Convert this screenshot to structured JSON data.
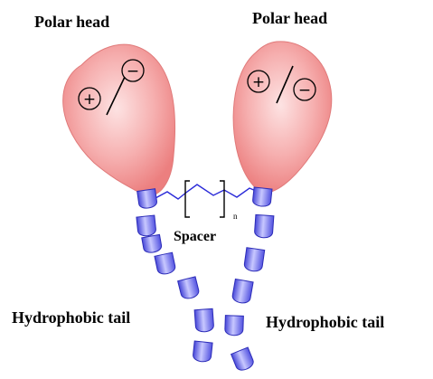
{
  "labels": {
    "polar_head_left": "Polar head",
    "polar_head_right": "Polar head",
    "spacer": "Spacer",
    "spacer_subscript": "n",
    "tail_left": "Hydrophobic tail",
    "tail_right": "Hydrophobic tail"
  },
  "charges": {
    "positive": "+",
    "negative": "−"
  },
  "colors": {
    "head_fill": "#f28f8f",
    "head_center": "#fcd6d6",
    "segment_fill": "#6b6bf0",
    "segment_highlight": "#c7c7ff",
    "spacer_line": "#2a2ad8",
    "text": "#000000"
  }
}
